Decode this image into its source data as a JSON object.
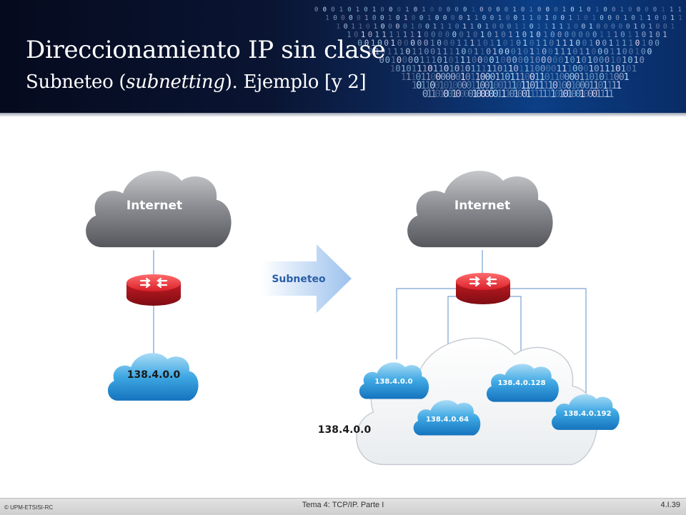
{
  "header": {
    "title": "Direccionamiento IP sin clase",
    "subtitle_prefix": "Subneteo (",
    "subtitle_italic": "subnetting",
    "subtitle_suffix": "). Ejemplo [y 2]"
  },
  "diagram": {
    "left": {
      "internet_label": "Internet",
      "network_label": "138.4.0.0"
    },
    "arrow_label": "Subneteo",
    "right": {
      "internet_label": "Internet",
      "network_label": "138.4.0.0",
      "subnets": [
        "138.4.0.0",
        "138.4.0.64",
        "138.4.0.128",
        "138.4.0.192"
      ]
    }
  },
  "footer": {
    "copyright": "© UPM-ETSISI-RC",
    "topic": "Tema 4: TCP/IP. Parte I",
    "page": "4.I.39"
  }
}
